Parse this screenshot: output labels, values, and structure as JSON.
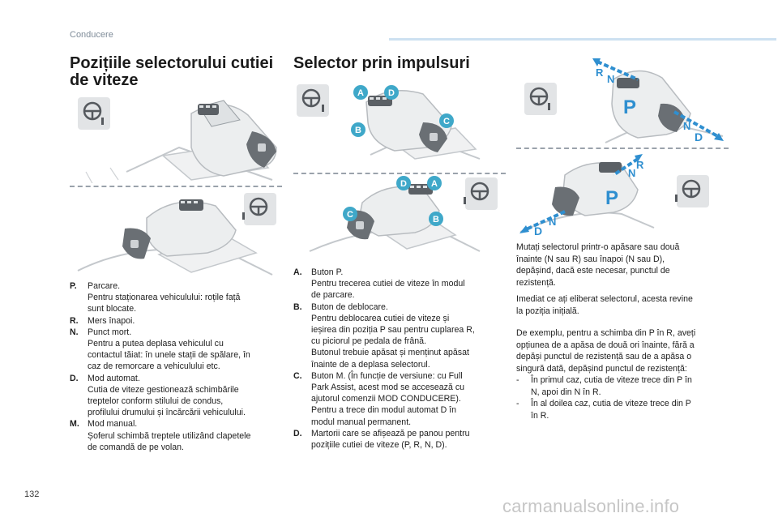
{
  "header": {
    "section": "Conducere"
  },
  "left": {
    "title_line1": "Pozițiile selectorului cutiei",
    "title_line2": "de viteze",
    "legend": [
      {
        "key": "P.",
        "lines": [
          "Parcare.",
          "Pentru staționarea vehiculului: roțile față",
          "sunt blocate."
        ]
      },
      {
        "key": "R.",
        "lines": [
          "Mers înapoi."
        ]
      },
      {
        "key": "N.",
        "lines": [
          "Punct mort.",
          "Pentru a putea deplasa vehiculul cu",
          "contactul tăiat: în unele stații de spălare, în",
          "caz de remorcare a vehiculului etc."
        ]
      },
      {
        "key": "D.",
        "lines": [
          "Mod automat.",
          "Cutia de viteze gestionează schimbările",
          "treptelor conform stilului de condus,",
          "profilului drumului și încărcării vehiculului."
        ]
      },
      {
        "key": "M.",
        "lines": [
          "Mod manual.",
          "Șoferul schimbă treptele utilizând clapetele",
          "de comandă de pe volan."
        ]
      }
    ]
  },
  "middle": {
    "title": "Selector prin impulsuri",
    "callouts_top": [
      "A",
      "D",
      "B",
      "C"
    ],
    "callouts_bottom": [
      "D",
      "A",
      "C",
      "B"
    ],
    "legend": [
      {
        "key": "A.",
        "lines": [
          "Buton P.",
          "Pentru trecerea cutiei de viteze în modul",
          "de parcare."
        ]
      },
      {
        "key": "B.",
        "lines": [
          "Buton de deblocare.",
          "Pentru deblocarea cutiei de viteze și",
          "ieșirea din poziția P sau pentru cuplarea R,",
          "cu piciorul pe pedala de frână.",
          "Butonul trebuie apăsat și menținut apăsat",
          "înainte de a deplasa selectorul."
        ]
      },
      {
        "key": "C.",
        "lines": [
          "Buton M. (În funcție de versiune: cu Full",
          "Park Assist, acest mod se accesează cu",
          "ajutorul comenzii MOD CONDUCERE).",
          "Pentru a trece din modul automat D în",
          "modul manual permanent."
        ]
      },
      {
        "key": "D.",
        "lines": [
          "Martorii care se afișează pe panou pentru",
          "pozițiile cutiei de viteze (P, R, N, D)."
        ]
      }
    ]
  },
  "right": {
    "arrow_labels_top": [
      "R",
      "N",
      "P",
      "N",
      "D"
    ],
    "arrow_labels_bottom": [
      "R",
      "N",
      "P",
      "N",
      "D"
    ],
    "para1_lines": [
      "Mutați selectorul printr-o apăsare sau două",
      "înainte (N sau R) sau înapoi (N sau D),",
      "depășind, dacă este necesar, punctul de",
      "rezistență."
    ],
    "para2_lines": [
      "Imediat ce ați eliberat selectorul, acesta revine",
      "la poziția inițială."
    ],
    "para3_lines": [
      "De exemplu, pentru a schimba din P în R, aveți",
      "opțiunea de a apăsa de două ori înainte, fără a",
      "depăși punctul de rezistență sau de a apăsa o",
      "singură dată, depășind punctul de rezistență:"
    ],
    "bullets": [
      {
        "mark": "-",
        "lines": [
          "În primul caz, cutia de viteze trece din P în",
          "N, apoi din N în R."
        ]
      },
      {
        "mark": "-",
        "lines": [
          "În al doilea caz, cutia de viteze trece din P",
          "în R."
        ]
      }
    ]
  },
  "footer": {
    "page_number": "132",
    "watermark": "carmanualsonline.info"
  },
  "colors": {
    "accent_blue": "#2f8fd0",
    "callout_teal": "#3fa8c9",
    "header_bar": "#cde1f1"
  }
}
